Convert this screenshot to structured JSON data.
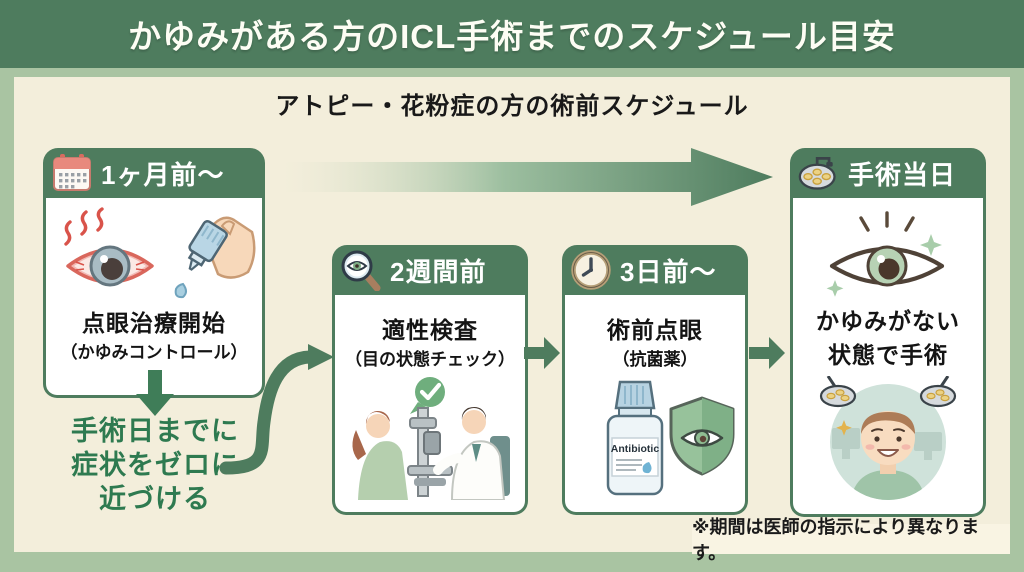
{
  "title": "かゆみがある方のICL手術までのスケジュール目安",
  "subtitle": "アトピー・花粉症の方の術前スケジュール",
  "footnote": "※期間は医師の指示により異なります。",
  "steps": [
    {
      "period": "1ヶ月前〜",
      "icon": "calendar-icon",
      "line1": "点眼治療開始",
      "line2": "（かゆみコントロール）"
    },
    {
      "period": "2週間前",
      "icon": "magnifier-eye-icon",
      "line1": "適性検査",
      "line2": "（目の状態チェック）"
    },
    {
      "period": "3日前〜",
      "icon": "clock-icon",
      "line1": "術前点眼",
      "line2": "（抗菌薬）",
      "bottle_label": "Antibiotic"
    },
    {
      "period": "手術当日",
      "icon": "surgical-lamp-icon",
      "line1": "かゆみがない",
      "line2": "状態で手術"
    }
  ],
  "goal_note": {
    "line1": "手術日までに",
    "line2": "症状をゼロに",
    "line3": "近づける"
  },
  "colors": {
    "header_green": "#4e7c5e",
    "frame_light_green": "#a9c4a2",
    "background_cream": "#f3eedb",
    "accent_text_green": "#2e7a50",
    "calendar_red": "#e8897d",
    "lamp_yellow": "#ecd283",
    "shield_green": "#8cba90",
    "itchy_eye_red": "#d9534a"
  }
}
